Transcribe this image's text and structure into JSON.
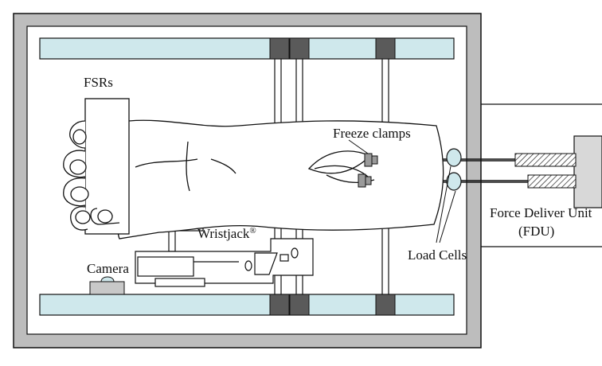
{
  "labels": {
    "fsrs": "FSRs",
    "freeze_clamps": "Freeze clamps",
    "wristjack": "Wristjack",
    "wristjack_mark": "®",
    "camera": "Camera",
    "load_cells": "Load Cells",
    "fdu_line1": "Force Deliver Unit",
    "fdu_line2": "(FDU)"
  },
  "colors": {
    "frame_outer": "#bdbdbd",
    "frame_inner": "#ffffff",
    "rail": "#cfe8ec",
    "rail_block": "#5a5a5a",
    "load_cell": "#cfe8ec",
    "camera": "#c8c8c8",
    "line": "#111111"
  }
}
